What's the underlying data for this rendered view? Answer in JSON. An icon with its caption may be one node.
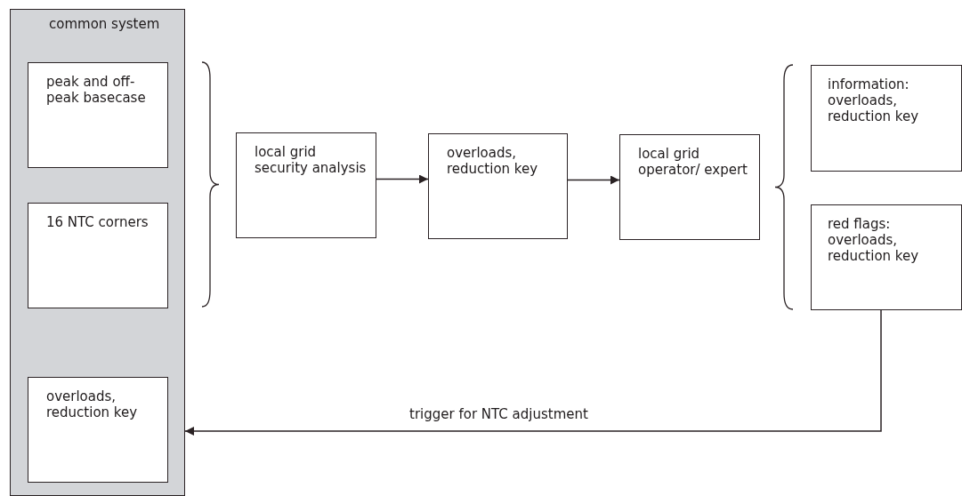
{
  "diagram": {
    "nodes": [
      {
        "text": [
          "common system"
        ]
      },
      {
        "text": [
          "peak and off-peak basecase"
        ],
        "in": 0
      },
      {
        "text": [
          "16 NTC corners"
        ],
        "in": 0
      },
      {
        "text": [
          "overloads, reduction key"
        ],
        "in": 0
      },
      {
        "text": [
          "local grid security analysis"
        ]
      },
      {
        "text": [
          "overloads, reduction key"
        ]
      },
      {
        "text": [
          "local grid operator/ expert"
        ]
      },
      {
        "text": [
          "information: overloads, reduction key"
        ]
      },
      {
        "text": [
          "red flags: overloads, reduction key"
        ]
      }
    ],
    "edges": [
      {
        "from": 4,
        "to": 5,
        "arrow": "to"
      },
      {
        "from": 5,
        "to": 6,
        "arrow": "to"
      },
      {
        "from": 8,
        "to": 0,
        "arrow": "to",
        "label": "trigger for NTC adjustment"
      }
    ]
  }
}
